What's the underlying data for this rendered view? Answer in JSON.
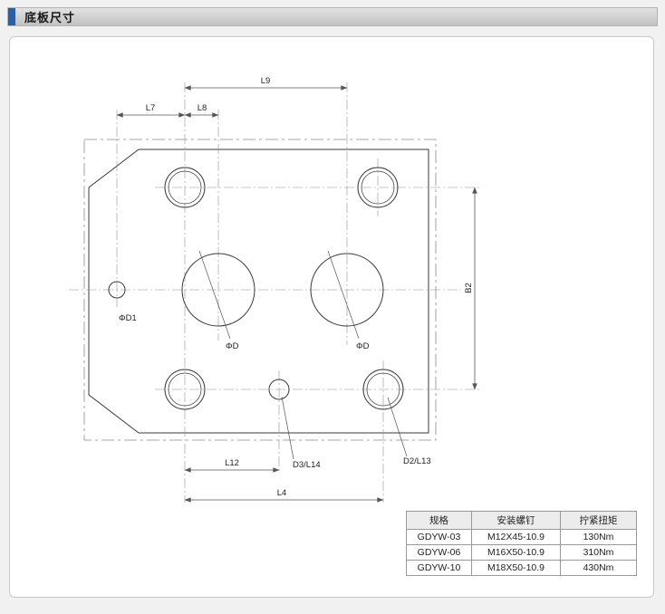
{
  "page": {
    "title": "底板尺寸"
  },
  "colors": {
    "header_accent": "#2b5fa3",
    "header_bar": "#c9c9c9"
  },
  "drawing": {
    "labels": {
      "l9": "L9",
      "l7": "L7",
      "l8": "L8",
      "b2": "B2",
      "l12": "L12",
      "l4": "L4",
      "d3_l14": "D3/L14",
      "d2_l13": "D2/L13",
      "phi_d1": "ΦD1",
      "phi_d_left": "ΦD",
      "phi_d_right": "ΦD"
    }
  },
  "table": {
    "headers": [
      "规格",
      "安装螺钉",
      "拧紧扭矩"
    ],
    "rows": [
      [
        "GDYW-03",
        "M12X45-10.9",
        "130Nm"
      ],
      [
        "GDYW-06",
        "M16X50-10.9",
        "310Nm"
      ],
      [
        "GDYW-10",
        "M18X50-10.9",
        "430Nm"
      ]
    ]
  }
}
